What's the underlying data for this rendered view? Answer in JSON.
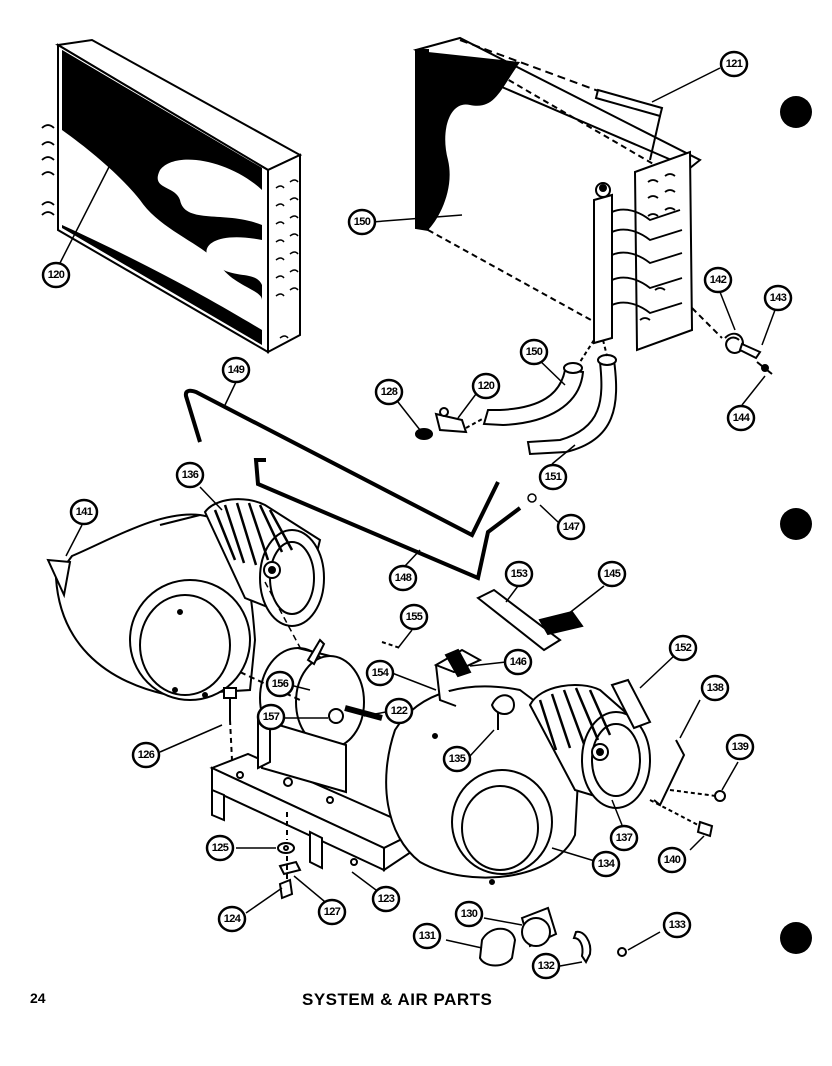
{
  "footer": {
    "page_number": "24",
    "caption": "SYSTEM & AIR PARTS"
  },
  "callouts": {
    "c121": "121",
    "c120_coil": "120",
    "c150_coil": "150",
    "c142": "142",
    "c143": "143",
    "c144": "144",
    "c149_top": "149",
    "c128": "128",
    "c120_valve": "120",
    "c150_tube": "150",
    "c151": "151",
    "c136": "136",
    "c141": "141",
    "c147": "147",
    "c148": "148",
    "c153": "153",
    "c145": "145",
    "c155": "155",
    "c154": "154",
    "c146": "146",
    "c152": "152",
    "c156": "156",
    "c157": "157",
    "c122": "122",
    "c126": "126",
    "c135": "135",
    "c138": "138",
    "c139": "139",
    "c125": "125",
    "c137": "137",
    "c134": "134",
    "c140": "140",
    "c124": "124",
    "c127": "127",
    "c123": "123",
    "c130": "130",
    "c131": "131",
    "c133": "133",
    "c132": "132"
  }
}
